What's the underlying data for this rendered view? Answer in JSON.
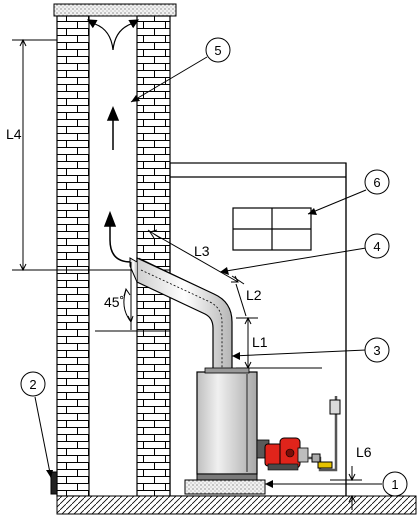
{
  "diagram": {
    "callouts": [
      {
        "id": "callout-1",
        "text": "1"
      },
      {
        "id": "callout-2",
        "text": "2"
      },
      {
        "id": "callout-3",
        "text": "3"
      },
      {
        "id": "callout-4",
        "text": "4"
      },
      {
        "id": "callout-5",
        "text": "5"
      },
      {
        "id": "callout-6",
        "text": "6"
      }
    ],
    "dimensions": {
      "l1": "L1",
      "l2": "L2",
      "l3": "L3",
      "l4": "L4",
      "l6": "L6",
      "angle": "45˚"
    },
    "colors": {
      "line": "#000000",
      "brick_mortar": "#000000",
      "burner_red": "#e0241b",
      "boiler_gray": "#d9d9d9",
      "insulation": "#e6e6e6",
      "sand": "#f2f2f2"
    }
  }
}
